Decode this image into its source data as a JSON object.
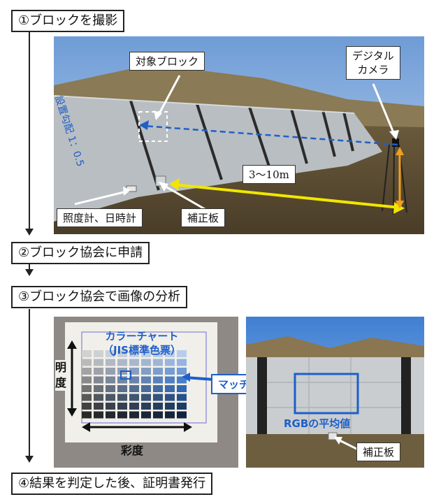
{
  "steps": [
    {
      "label": "①ブロックを撮影"
    },
    {
      "label": "②ブロック協会に申請"
    },
    {
      "label": "③ブロック協会で画像の分析"
    },
    {
      "label": "④結果を判定した後、証明書発行"
    }
  ],
  "photo1": {
    "target_block": "対象ブロック",
    "camera_line1": "デジタル",
    "camera_line2": "カメラ",
    "slope_text": "設置勾配 1：0.5",
    "distance": "3～10m",
    "meter_label": "照度計、日時計",
    "board_label": "補正板"
  },
  "photo2": {
    "chart_title_line1": "カラーチャート",
    "chart_title_line2": "（JIS標準色票）",
    "brightness": "明度",
    "saturation": "彩度"
  },
  "matching": "マッチング",
  "photo3": {
    "rgb_label": "RGBの平均値",
    "board_label": "補正板"
  },
  "colors": {
    "blue_accent": "#1e5fc8",
    "arrow_yellow": "#f2e600",
    "arrow_orange": "#f0a020"
  }
}
